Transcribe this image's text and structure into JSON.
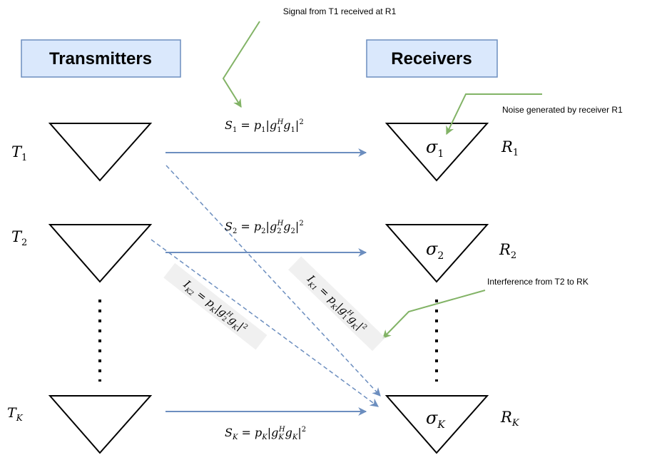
{
  "headers": {
    "transmitters": "Transmitters",
    "receivers": "Receivers"
  },
  "annotations": {
    "signal_note": "Signal from T1 received at R1",
    "noise_note": "Noise generated by receiver R1",
    "interference_note": "Interference from T2 to RK"
  },
  "transmitters": {
    "t1": {
      "base": "T",
      "sub": "1"
    },
    "t2": {
      "base": "T",
      "sub": "2"
    },
    "tk": {
      "base": "T",
      "sub": "K"
    }
  },
  "receivers": {
    "r1": {
      "base": "R",
      "sub": "1",
      "noise_base": "σ",
      "noise_sub": "1"
    },
    "r2": {
      "base": "R",
      "sub": "2",
      "noise_base": "σ",
      "noise_sub": "2"
    },
    "rk": {
      "base": "R",
      "sub": "K",
      "noise_base": "σ",
      "noise_sub": "K"
    }
  },
  "signals": {
    "s1": {
      "lhs": "S",
      "lhs_sub": "1",
      "p": "p",
      "p_sub": "1",
      "g_a": "g",
      "g_a_sub": "1",
      "g_b": "g",
      "g_b_sub": "1",
      "herm": "H",
      "sq": "2",
      "eq": " = "
    },
    "s2": {
      "lhs": "S",
      "lhs_sub": "2",
      "p": "p",
      "p_sub": "2",
      "g_a": "g",
      "g_a_sub": "2",
      "g_b": "g",
      "g_b_sub": "2",
      "herm": "H",
      "sq": "2",
      "eq": " = "
    },
    "sk": {
      "lhs": "S",
      "lhs_sub": "K",
      "p": "p",
      "p_sub": "K",
      "g_a": "g",
      "g_a_sub": "K",
      "g_b": "g",
      "g_b_sub": "K",
      "herm": "H",
      "sq": "2",
      "eq": " = "
    }
  },
  "interference": {
    "ik2": {
      "lhs": "I",
      "lhs_sub": "K2",
      "p": "p",
      "p_sub": "K",
      "g_a": "g",
      "g_a_sub": "2",
      "g_b": "g",
      "g_b_sub": "K",
      "herm": "H",
      "sq": "2",
      "eq": " = "
    },
    "ik1": {
      "lhs": "I",
      "lhs_sub": "K1",
      "p": "p",
      "p_sub": "K",
      "g_a": "g",
      "g_a_sub": "1",
      "g_b": "g",
      "g_b_sub": "K",
      "herm": "H",
      "sq": "2",
      "eq": " = "
    }
  },
  "colors": {
    "header_fill": "#dae8fc",
    "header_stroke": "#6c8ebf",
    "link_arrow": "#6c8ebf",
    "annotation_arrow": "#82b366",
    "label_shadow": "#ececec"
  }
}
